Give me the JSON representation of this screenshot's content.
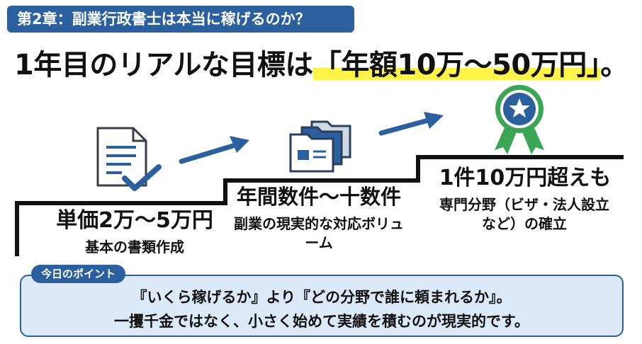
{
  "header": {
    "chapter_tag": "第2章：副業行政書士は本当に稼げるのか？",
    "headline_prefix": "1年目のリアルな目標は",
    "headline_highlight": "「年額10万〜50万円」",
    "headline_suffix": "。"
  },
  "steps": [
    {
      "title": "単価2万〜5万円",
      "subtitle": "基本の書類作成",
      "icon": "document-check-icon"
    },
    {
      "title": "年間数件〜十数件",
      "subtitle": "副業の現実的な対応ボリューム",
      "icon": "folders-icon"
    },
    {
      "title": "1件10万円超えも",
      "subtitle": "専門分野（ビザ・法人設立など）の確立",
      "icon": "award-ribbon-icon"
    }
  ],
  "point": {
    "tag": "今日のポイント",
    "line1": "『いくら稼げるか』より『どの分野で誰に頼まれるか』。",
    "line2": "一攫千金ではなく、小さく始めて実績を積むのが現実的です。"
  },
  "colors": {
    "accent": "#2b5f9e",
    "highlight": "#fff34a",
    "point_bg": "#dbe9f8",
    "ribbon_green": "#3aa655",
    "stair_line": "#111111"
  }
}
